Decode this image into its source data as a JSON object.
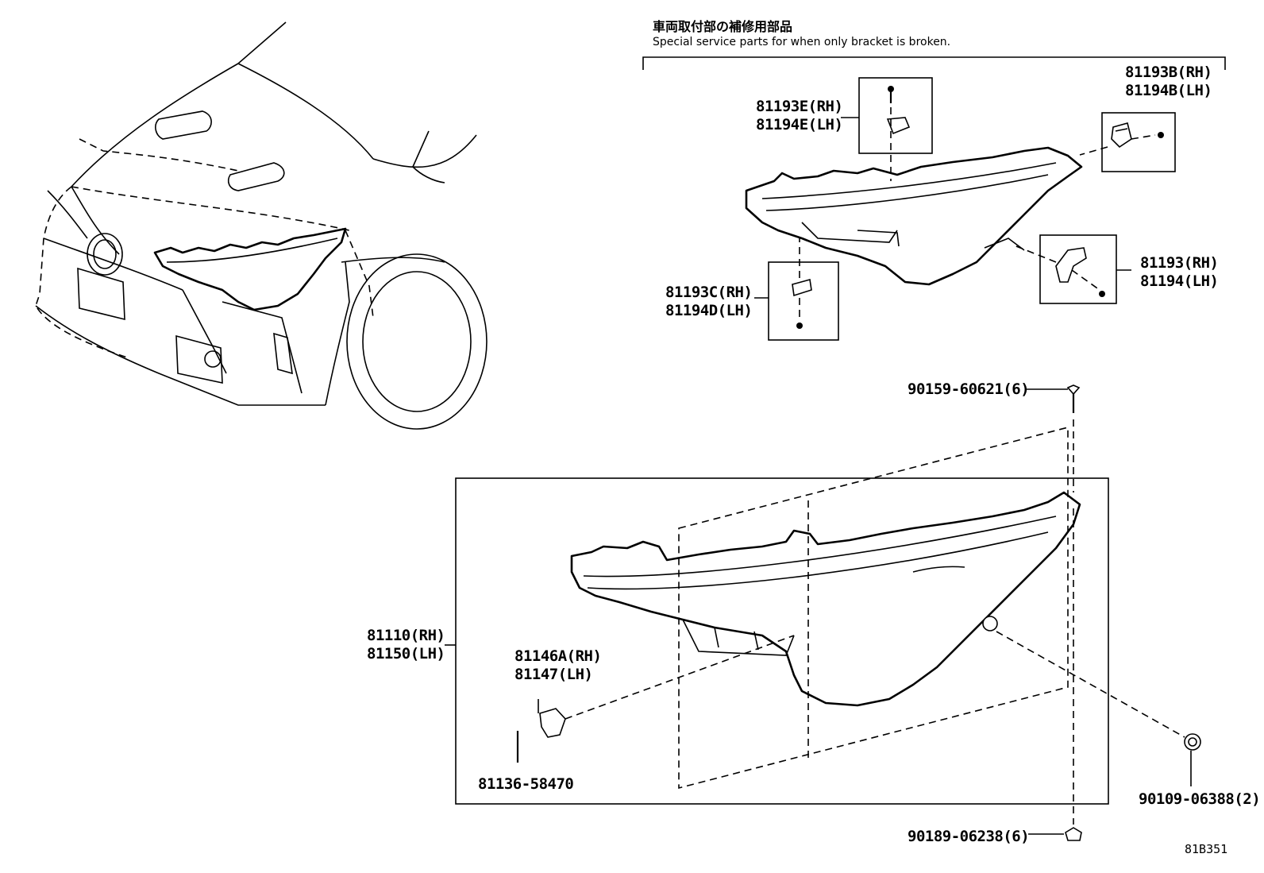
{
  "header": {
    "title_jp": "車両取付部の補修用部品",
    "title_en": "Special service parts for when only bracket is broken."
  },
  "labels": {
    "p81193E": "81193E(RH)",
    "p81194E": "81194E(LH)",
    "p81193B": "81193B(RH)",
    "p81194B": "81194B(LH)",
    "p81193": "81193(RH)",
    "p81194": "81194(LH)",
    "p81193C": "81193C(RH)",
    "p81194D": "81194D(LH)",
    "p90159": "90159-60621(6)",
    "p81110": "81110(RH)",
    "p81150": "81150(LH)",
    "p81146A": "81146A(RH)",
    "p81147": "81147(LH)",
    "p81136": "81136-58470",
    "p90109": "90109-06388(2)",
    "p90189": "90189-06238(6)"
  },
  "diagram_code": "81B351"
}
